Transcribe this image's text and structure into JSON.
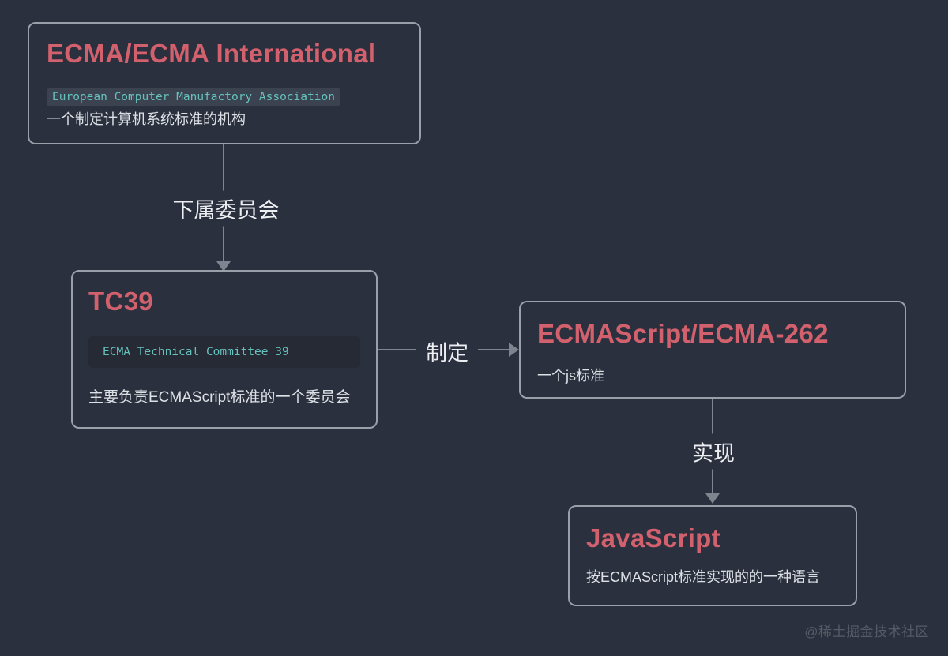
{
  "diagram": {
    "background_color": "#2b303e",
    "node_border_color": "#99a0a9",
    "title_color": "#d2606d",
    "code_text_color": "#66c2bd",
    "inline_code_bg": "#3b4250",
    "code_block_bg": "#252a35",
    "body_text_color": "#dde0e5",
    "arrow_color": "#7e858e",
    "watermark": "@稀土掘金技术社区",
    "nodes": {
      "ecma": {
        "title": "ECMA/ECMA International",
        "code": "European Computer Manufactory Association",
        "desc": "一个制定计算机系统标准的机构"
      },
      "tc39": {
        "title": "TC39",
        "code": "ECMA Technical Committee 39",
        "desc": "主要负责ECMAScript标准的一个委员会"
      },
      "ecmascript": {
        "title": "ECMAScript/ECMA-262",
        "desc": "一个js标准"
      },
      "javascript": {
        "title": "JavaScript",
        "desc": "按ECMAScript标准实现的的一种语言"
      }
    },
    "edges": {
      "ecma_to_tc39": {
        "label": "下属委员会"
      },
      "tc39_to_ecmascript": {
        "label": "制定"
      },
      "ecmascript_to_javascript": {
        "label": "实现"
      }
    }
  }
}
